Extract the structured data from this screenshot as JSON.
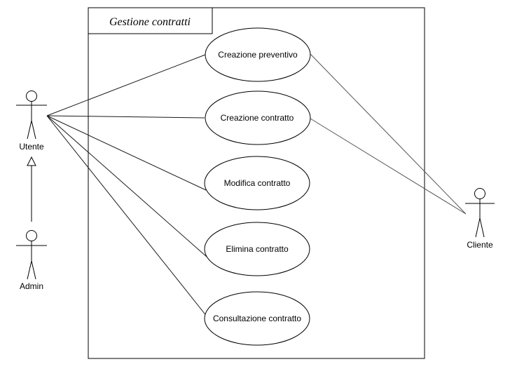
{
  "diagram": {
    "system": {
      "title": "Gestione contratti"
    },
    "actors": [
      {
        "id": "utente",
        "label": "Utente"
      },
      {
        "id": "admin",
        "label": "Admin"
      },
      {
        "id": "cliente",
        "label": "Cliente"
      }
    ],
    "use_cases": [
      {
        "id": "uc1",
        "label": "Creazione preventivo"
      },
      {
        "id": "uc2",
        "label": "Creazione contratto"
      },
      {
        "id": "uc3",
        "label": "Modifica contratto"
      },
      {
        "id": "uc4",
        "label": "Elimina contratto"
      },
      {
        "id": "uc5",
        "label": "Consultazione contratto"
      }
    ],
    "associations": [
      [
        "utente",
        "uc1"
      ],
      [
        "utente",
        "uc2"
      ],
      [
        "utente",
        "uc3"
      ],
      [
        "utente",
        "uc4"
      ],
      [
        "utente",
        "uc5"
      ],
      [
        "cliente",
        "uc1"
      ],
      [
        "cliente",
        "uc2"
      ]
    ],
    "generalizations": [
      {
        "from": "admin",
        "to": "utente"
      }
    ],
    "colors": {
      "stroke": "#000000",
      "association": "#1a1a1a",
      "cliente_association": "#555555",
      "background": "#ffffff"
    }
  }
}
